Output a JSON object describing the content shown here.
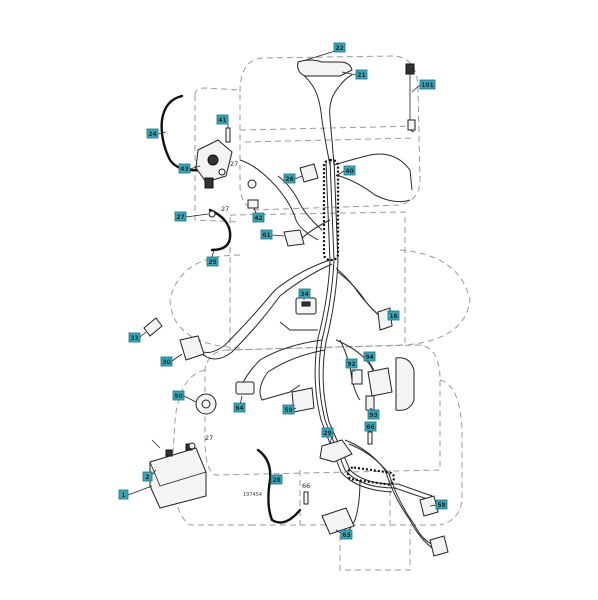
{
  "diagram": {
    "reference_code": "197454",
    "callouts": [
      {
        "id": "c22",
        "label": "22"
      },
      {
        "id": "c21",
        "label": "21"
      },
      {
        "id": "c101",
        "label": "101"
      },
      {
        "id": "c24",
        "label": "24"
      },
      {
        "id": "c41",
        "label": "41"
      },
      {
        "id": "c43",
        "label": "43"
      },
      {
        "id": "c26",
        "label": "26"
      },
      {
        "id": "c40",
        "label": "40"
      },
      {
        "id": "c42",
        "label": "42"
      },
      {
        "id": "c27a",
        "label": "27"
      },
      {
        "id": "c61",
        "label": "61"
      },
      {
        "id": "c25",
        "label": "25"
      },
      {
        "id": "c34",
        "label": "34"
      },
      {
        "id": "c16",
        "label": "16"
      },
      {
        "id": "c33",
        "label": "33"
      },
      {
        "id": "c30",
        "label": "30"
      },
      {
        "id": "c92",
        "label": "92"
      },
      {
        "id": "c94",
        "label": "94"
      },
      {
        "id": "c50",
        "label": "50"
      },
      {
        "id": "c64",
        "label": "64"
      },
      {
        "id": "c59",
        "label": "59"
      },
      {
        "id": "c93",
        "label": "93"
      },
      {
        "id": "c29",
        "label": "29"
      },
      {
        "id": "c66a",
        "label": "66"
      },
      {
        "id": "c2",
        "label": "2"
      },
      {
        "id": "c1",
        "label": "1"
      },
      {
        "id": "c28",
        "label": "28"
      },
      {
        "id": "c58",
        "label": "58"
      },
      {
        "id": "c63",
        "label": "63"
      }
    ],
    "plain_labels": [
      {
        "id": "p27a",
        "label": "27"
      },
      {
        "id": "p27b",
        "label": "27"
      },
      {
        "id": "p27c",
        "label": "27"
      },
      {
        "id": "p66b",
        "label": "66"
      }
    ]
  }
}
